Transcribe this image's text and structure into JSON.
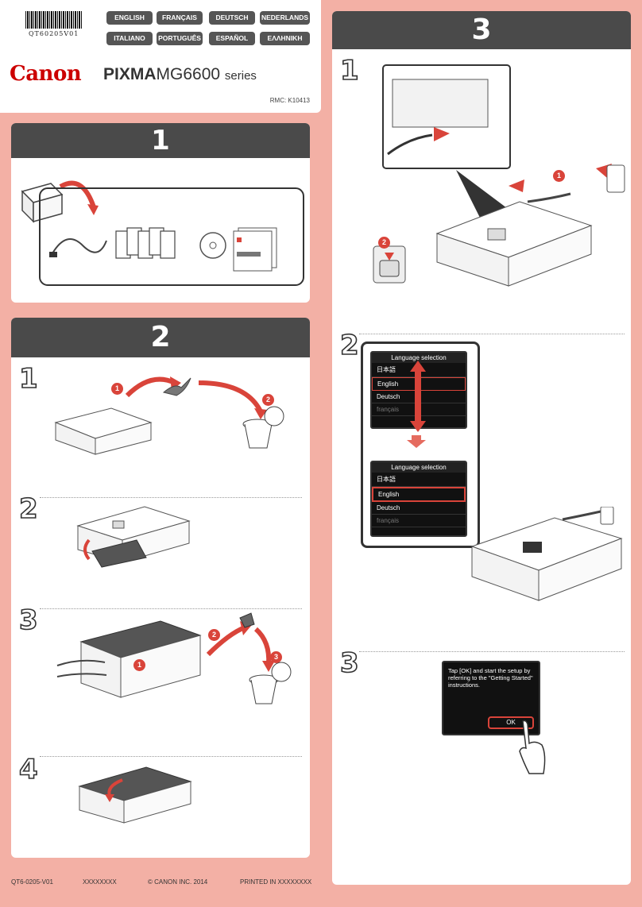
{
  "header": {
    "barcode_text": "QT60205V01",
    "languages": [
      "ENGLISH",
      "FRANÇAIS",
      "DEUTSCH",
      "NEDERLANDS",
      "ITALIANO",
      "PORTUGUÊS",
      "ESPAÑOL",
      "ΕΛΛΗΝΙΚΗ"
    ],
    "brand": "Canon",
    "product_prefix": "PIXMA",
    "product_model": "MG6600",
    "product_suffix": "series",
    "rmc": "RMC: K10413"
  },
  "sections": [
    {
      "number": "1"
    },
    {
      "number": "2",
      "steps": [
        "1",
        "2",
        "3",
        "4"
      ]
    },
    {
      "number": "3",
      "steps": [
        "1",
        "2",
        "3"
      ]
    }
  ],
  "badges": {
    "one": "1",
    "two": "2",
    "three": "3"
  },
  "screens": {
    "lang_title": "Language selection",
    "lang_items": [
      "日本語",
      "English",
      "Deutsch",
      "français"
    ],
    "setup_message": "Tap [OK] and start the setup by referring to the \"Getting Started\" instructions.",
    "ok_label": "OK"
  },
  "footer": {
    "code": "QT6-0205-V01",
    "placeholder": "XXXXXXXX",
    "copyright": "© CANON INC. 2014",
    "printed": "PRINTED IN XXXXXXXX"
  },
  "colors": {
    "background": "#f3b0a5",
    "header_bar": "#4a4a4a",
    "accent_red": "#d9443a",
    "brand_red": "#cc0000"
  }
}
